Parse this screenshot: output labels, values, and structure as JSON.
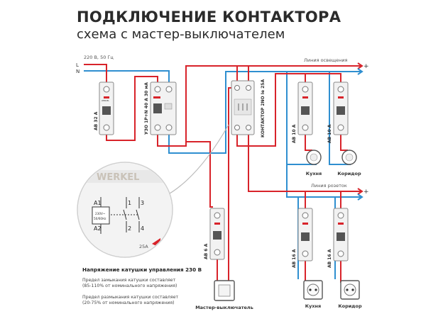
{
  "header": {
    "title": "ПОДКЛЮЧЕНИЕ КОНТАКТОРА",
    "subtitle": "схема с мастер-выключателем"
  },
  "supply": {
    "label": "220 В, 50 Гц",
    "line_l": "L",
    "line_n": "N",
    "plus": "+"
  },
  "lines": {
    "lighting": "Линия освещения",
    "sockets": "Линия розеток"
  },
  "devices": {
    "main_breaker": "АВ 32 А",
    "rcd": "УЗО 1P+N 40 А 30 мА",
    "contactor": "КОНТАКТОР 2NO Ie 25A",
    "light_breaker_1": "АВ 10 А",
    "light_breaker_2": "АВ 10 А",
    "master_breaker": "АВ 6 А",
    "socket_breaker_1": "АВ 16 А",
    "socket_breaker_2": "АВ 16 А",
    "brand": "WERKEL",
    "brand_zoom": "WERKEL"
  },
  "zoom": {
    "a1": "A1",
    "a2": "A2",
    "t1": "1",
    "t2": "2",
    "t3": "3",
    "t4": "4",
    "coil_voltage": "230V~",
    "coil_freq": "50/60Hz",
    "rating": "25A"
  },
  "loads": {
    "lamp_1": "Кухня",
    "lamp_2": "Коридор",
    "socket_1": "Кухня",
    "socket_2": "Коридор",
    "master_switch": "Мастер-выключатель"
  },
  "notes": {
    "coil_title": "Напряжение катушки управления 230 В",
    "close_line1": "Предел замыкания катушки составляет",
    "close_line2": "(85-110% от номинального напряжения)",
    "open_line1": "Предел размыкания катушки составляет",
    "open_line2": "(20-75% от номинального напряжения)"
  },
  "colors": {
    "phase": "#d8232a",
    "neutral": "#2f8fd0",
    "text": "#2b2b2b",
    "device_body": "#f2f2f2",
    "device_stroke": "#8a8a8a"
  }
}
